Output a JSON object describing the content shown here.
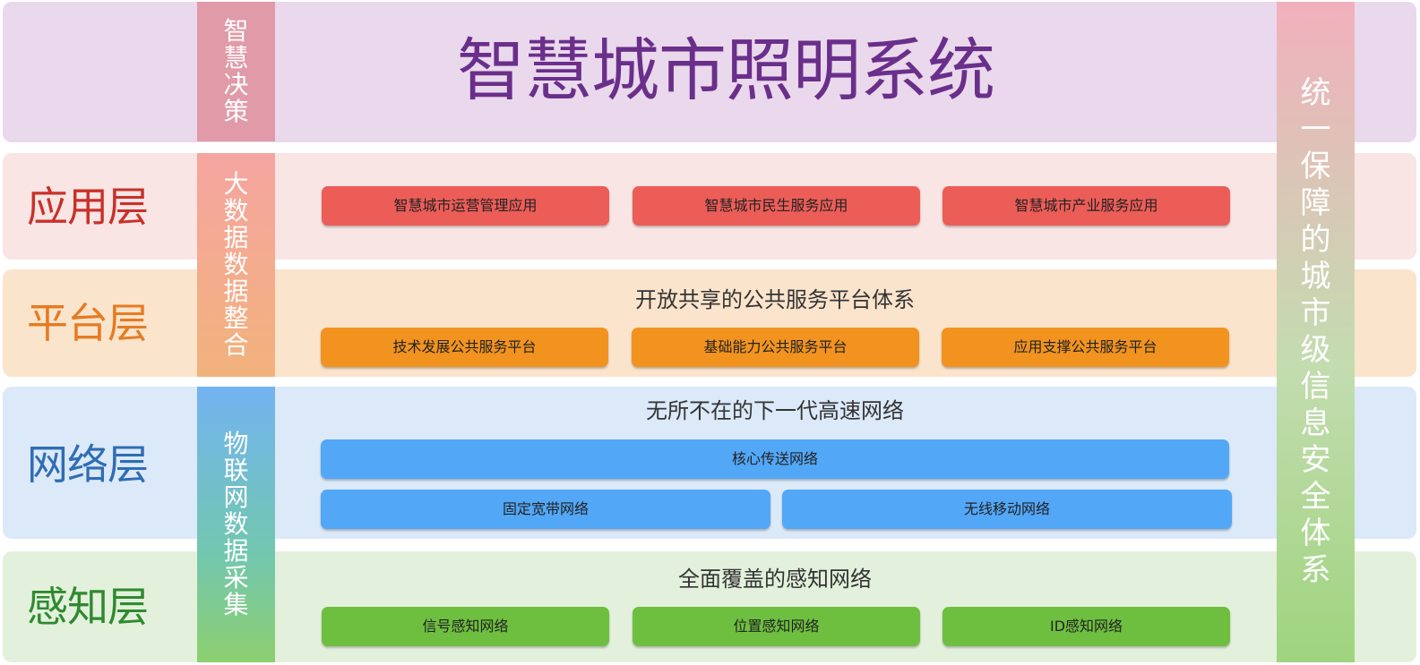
{
  "title": "智慧城市照明系统",
  "left_bars": [
    {
      "chars": [
        "智",
        "慧",
        "决",
        "策"
      ],
      "color": "#e09aa8"
    },
    {
      "chars": [
        "大",
        "数",
        "据",
        "数",
        "据",
        "整",
        "合"
      ],
      "color": "#f2b27c"
    },
    {
      "chars": [
        "物",
        "联",
        "网",
        "数",
        "据",
        "采",
        "集"
      ],
      "color": "#72b3f1"
    }
  ],
  "right_bar": {
    "chars": [
      "统",
      "一",
      "保",
      "障",
      "的",
      "城",
      "市",
      "级",
      "信",
      "息",
      "安",
      "全",
      "体",
      "系"
    ]
  },
  "layers": {
    "app": {
      "label": "应用层",
      "color": "#c8312a",
      "items": [
        "智慧城市运营管理应用",
        "智慧城市民生服务应用",
        "智慧城市产业服务应用"
      ]
    },
    "platform": {
      "label": "平台层",
      "color": "#e67b22",
      "subtitle": "开放共享的公共服务平台体系",
      "items": [
        "技术发展公共服务平台",
        "基础能力公共服务平台",
        "应用支撑公共服务平台"
      ]
    },
    "network": {
      "label": "网络层",
      "color": "#2f6db5",
      "subtitle": "无所不在的下一代高速网络",
      "core": "核心传送网络",
      "items": [
        "固定宽带网络",
        "无线移动网络"
      ]
    },
    "sensing": {
      "label": "感知层",
      "color": "#2f8a2f",
      "subtitle": "全面覆盖的感知网络",
      "items": [
        "信号感知网络",
        "位置感知网络",
        "ID感知网络"
      ]
    }
  }
}
